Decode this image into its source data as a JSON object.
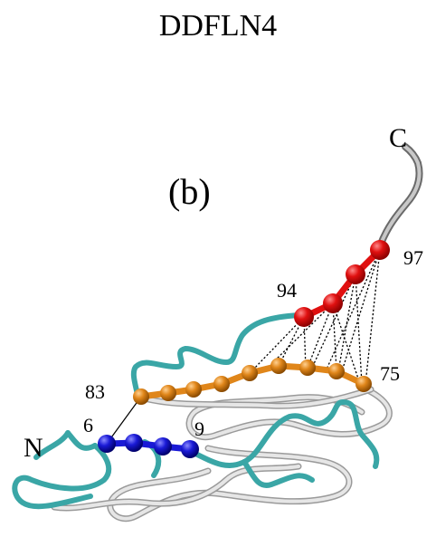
{
  "title": "DDFLN4",
  "panel_label": "(b)",
  "termini": {
    "c": "C",
    "n": "N"
  },
  "residue_labels": {
    "r97": "97",
    "r94": "94",
    "r75": "75",
    "r83": "83",
    "r6": "6",
    "r9": "9"
  },
  "colors": {
    "red_strand": "#e01010",
    "orange_strand": "#e0861a",
    "blue_strand": "#1a1ad6",
    "coil_teal": "#3aa6a6",
    "coil_white": "#d8d8d8",
    "coil_gray": "#8a8a8a",
    "contact_line": "#000000"
  }
}
